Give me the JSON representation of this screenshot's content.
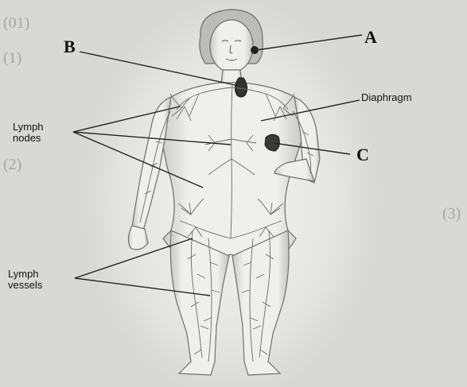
{
  "labels": {
    "a": "A",
    "b": "B",
    "c": "C",
    "diaphragm": "Diaphragm",
    "lymph_nodes": "Lymph\nnodes",
    "lymph_vessels": "Lymph\nvessels"
  },
  "bleed_through": {
    "line1": "(01)",
    "line2": "(1)",
    "line3": "(2)",
    "line4": "(3)"
  }
}
